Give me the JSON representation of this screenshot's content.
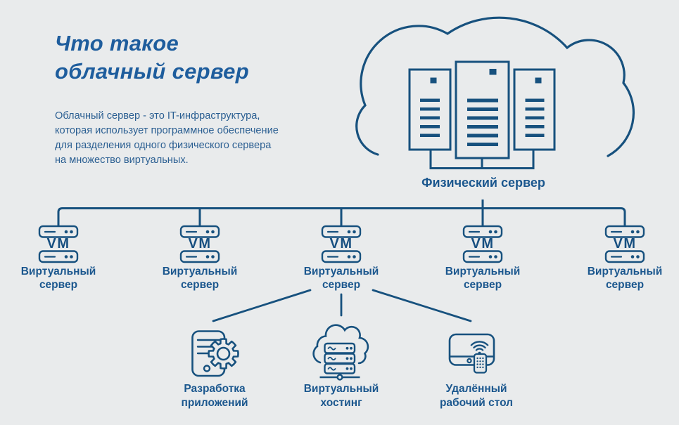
{
  "title": {
    "line1": "Что такое",
    "line2": "облачный сервер"
  },
  "description": {
    "lines": [
      "Облачный сервер - это IT-инфраструктура,",
      "которая использует программное обеспечение",
      "для разделения одного физического сервера",
      "на множество виртуальных."
    ]
  },
  "cloud": {
    "label": "Физический сервер"
  },
  "vm_badge": "VM",
  "virtual_servers": [
    {
      "line1": "Виртуальный",
      "line2": "сервер"
    },
    {
      "line1": "Виртуальный",
      "line2": "сервер"
    },
    {
      "line1": "Виртуальный",
      "line2": "сервер"
    },
    {
      "line1": "Виртуальный",
      "line2": "сервер"
    },
    {
      "line1": "Виртуальный",
      "line2": "сервер"
    }
  ],
  "use_cases": [
    {
      "line1": "Разработка",
      "line2": "приложений"
    },
    {
      "line1": "Виртуальный",
      "line2": "хостинг"
    },
    {
      "line1": "Удалённый",
      "line2": "рабочий стол"
    }
  ],
  "colors": {
    "background": "#e9ebec",
    "stroke": "#17517e",
    "title": "#1e5d9d",
    "body_text": "#2b5f92",
    "label": "#1b578e"
  }
}
